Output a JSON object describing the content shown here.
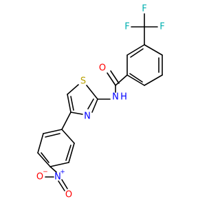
{
  "molecule": {
    "atom_labels": {
      "F1": "F",
      "F2": "F",
      "F3": "F",
      "O_carbonyl": "O",
      "NH": "N",
      "H": "H",
      "S": "S",
      "N_ring": "N",
      "N_nitro": "N",
      "N_plus": "+",
      "O_nitro_minus": "O",
      "O_minus": "−",
      "O_nitro": "O"
    }
  },
  "colors": {
    "bond": "#000000",
    "carbon": "#000000",
    "oxygen": "#ff0000",
    "nitrogen": "#0000ff",
    "sulfur": "#b8a000",
    "fluorine": "#00b0b0"
  }
}
